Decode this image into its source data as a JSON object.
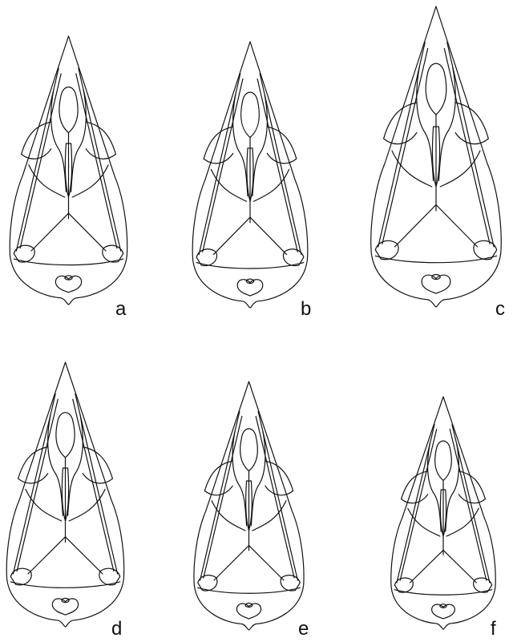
{
  "figure": {
    "panels": [
      {
        "label": "a"
      },
      {
        "label": "b"
      },
      {
        "label": "c"
      },
      {
        "label": "d"
      },
      {
        "label": "e"
      },
      {
        "label": "f"
      }
    ]
  },
  "colors": {
    "ink": "#111111",
    "background": "#ffffff"
  }
}
